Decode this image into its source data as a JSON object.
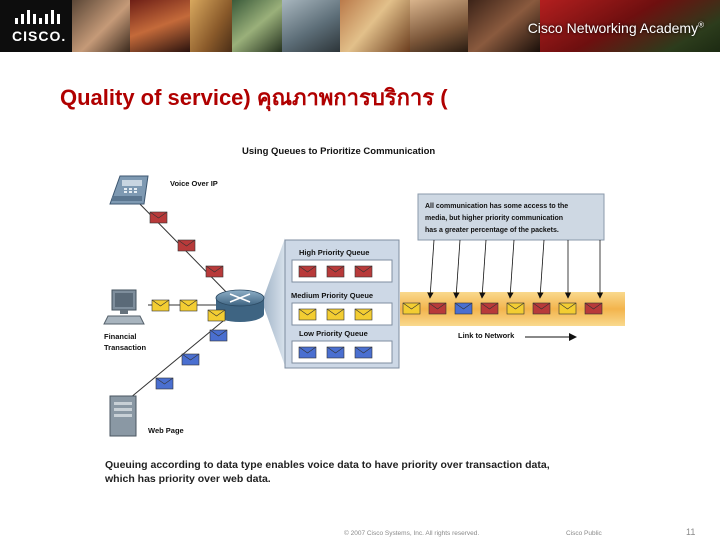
{
  "header": {
    "logo_text": "CISCO.",
    "academy_text": "Cisco Networking Academy",
    "academy_mark": "®"
  },
  "slide": {
    "title": "Quality of service) คุณภาพการบริการ   (",
    "caption_line1": "Queuing according to data type enables voice data to have priority over transaction data,",
    "caption_line2": "which has priority over web data."
  },
  "diagram": {
    "title": "Using Queues to Prioritize Communication",
    "sources": {
      "voice": "Voice Over IP",
      "financial_line1": "Financial",
      "financial_line2": "Transaction",
      "web": "Web Page"
    },
    "queues": {
      "high": "High Priority Queue",
      "medium": "Medium Priority Queue",
      "low": "Low Priority Queue"
    },
    "callout_line1": "All communication has some access to the",
    "callout_line2": "media, but higher priority communication",
    "callout_line3": "has a greater percentage of the packets.",
    "link_label": "Link to Network",
    "colors": {
      "voice_packet": "#b83a3a",
      "transaction_packet": "#f3cd32",
      "web_packet": "#4a6fd0",
      "link_band": "#f6c064",
      "queue_panel": "#cdd8e6"
    }
  },
  "footer": {
    "copyright": "© 2007 Cisco Systems, Inc. All rights reserved.",
    "classification": "Cisco Public",
    "page_number": "11"
  }
}
